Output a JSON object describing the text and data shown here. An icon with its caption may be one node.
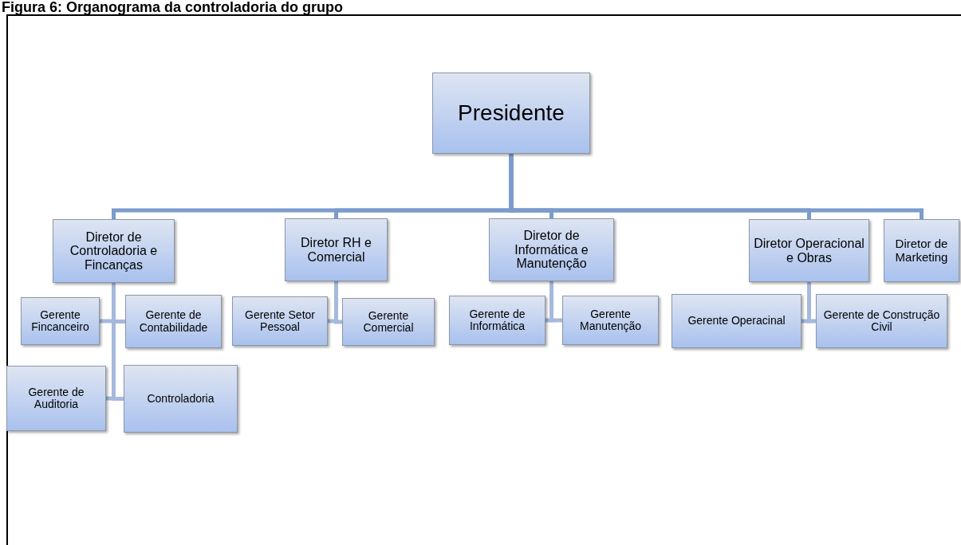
{
  "diagram": {
    "title": "Figura 6: Organograma da controladoria do grupo",
    "nodes": [
      {
        "text": [
          "Presidente"
        ]
      },
      {
        "text": [
          "Diretor de Controladoria e Fincanças"
        ]
      },
      {
        "text": [
          "Diretor RH e Comercial"
        ]
      },
      {
        "text": [
          "Diretor de Informática e Manutenção"
        ]
      },
      {
        "text": [
          "Diretor Operacional e Obras"
        ]
      },
      {
        "text": [
          "Diretor de Marketing"
        ]
      },
      {
        "text": [
          "Gerente Fincanceiro"
        ]
      },
      {
        "text": [
          "Gerente de Contabilidade"
        ]
      },
      {
        "text": [
          "Gerente de Auditoria"
        ]
      },
      {
        "text": [
          "Controladoria"
        ]
      },
      {
        "text": [
          "Gerente Setor Pessoal"
        ]
      },
      {
        "text": [
          "Gerente Comercial"
        ]
      },
      {
        "text": [
          "Gerente de Informática"
        ]
      },
      {
        "text": [
          "Gerente Manutenção"
        ]
      },
      {
        "text": [
          "Gerente Operacinal"
        ]
      },
      {
        "text": [
          "Gerente de Construção Civil"
        ]
      }
    ],
    "edges": [
      {
        "from": 0,
        "to": 1,
        "arrow": "none",
        "color": "#7b9bcc"
      },
      {
        "from": 0,
        "to": 2,
        "arrow": "none",
        "color": "#7b9bcc"
      },
      {
        "from": 0,
        "to": 3,
        "arrow": "none",
        "color": "#7b9bcc"
      },
      {
        "from": 0,
        "to": 4,
        "arrow": "none",
        "color": "#7b9bcc"
      },
      {
        "from": 0,
        "to": 5,
        "arrow": "none",
        "color": "#7b9bcc"
      },
      {
        "from": 1,
        "to": 6,
        "arrow": "none"
      },
      {
        "from": 1,
        "to": 7,
        "arrow": "none"
      },
      {
        "from": 1,
        "to": 8,
        "arrow": "none"
      },
      {
        "from": 1,
        "to": 9,
        "arrow": "none"
      },
      {
        "from": 2,
        "to": 10,
        "arrow": "none"
      },
      {
        "from": 2,
        "to": 11,
        "arrow": "none"
      },
      {
        "from": 3,
        "to": 12,
        "arrow": "none"
      },
      {
        "from": 3,
        "to": 13,
        "arrow": "none"
      },
      {
        "from": 4,
        "to": 14,
        "arrow": "none"
      },
      {
        "from": 4,
        "to": 15,
        "arrow": "none"
      }
    ]
  }
}
